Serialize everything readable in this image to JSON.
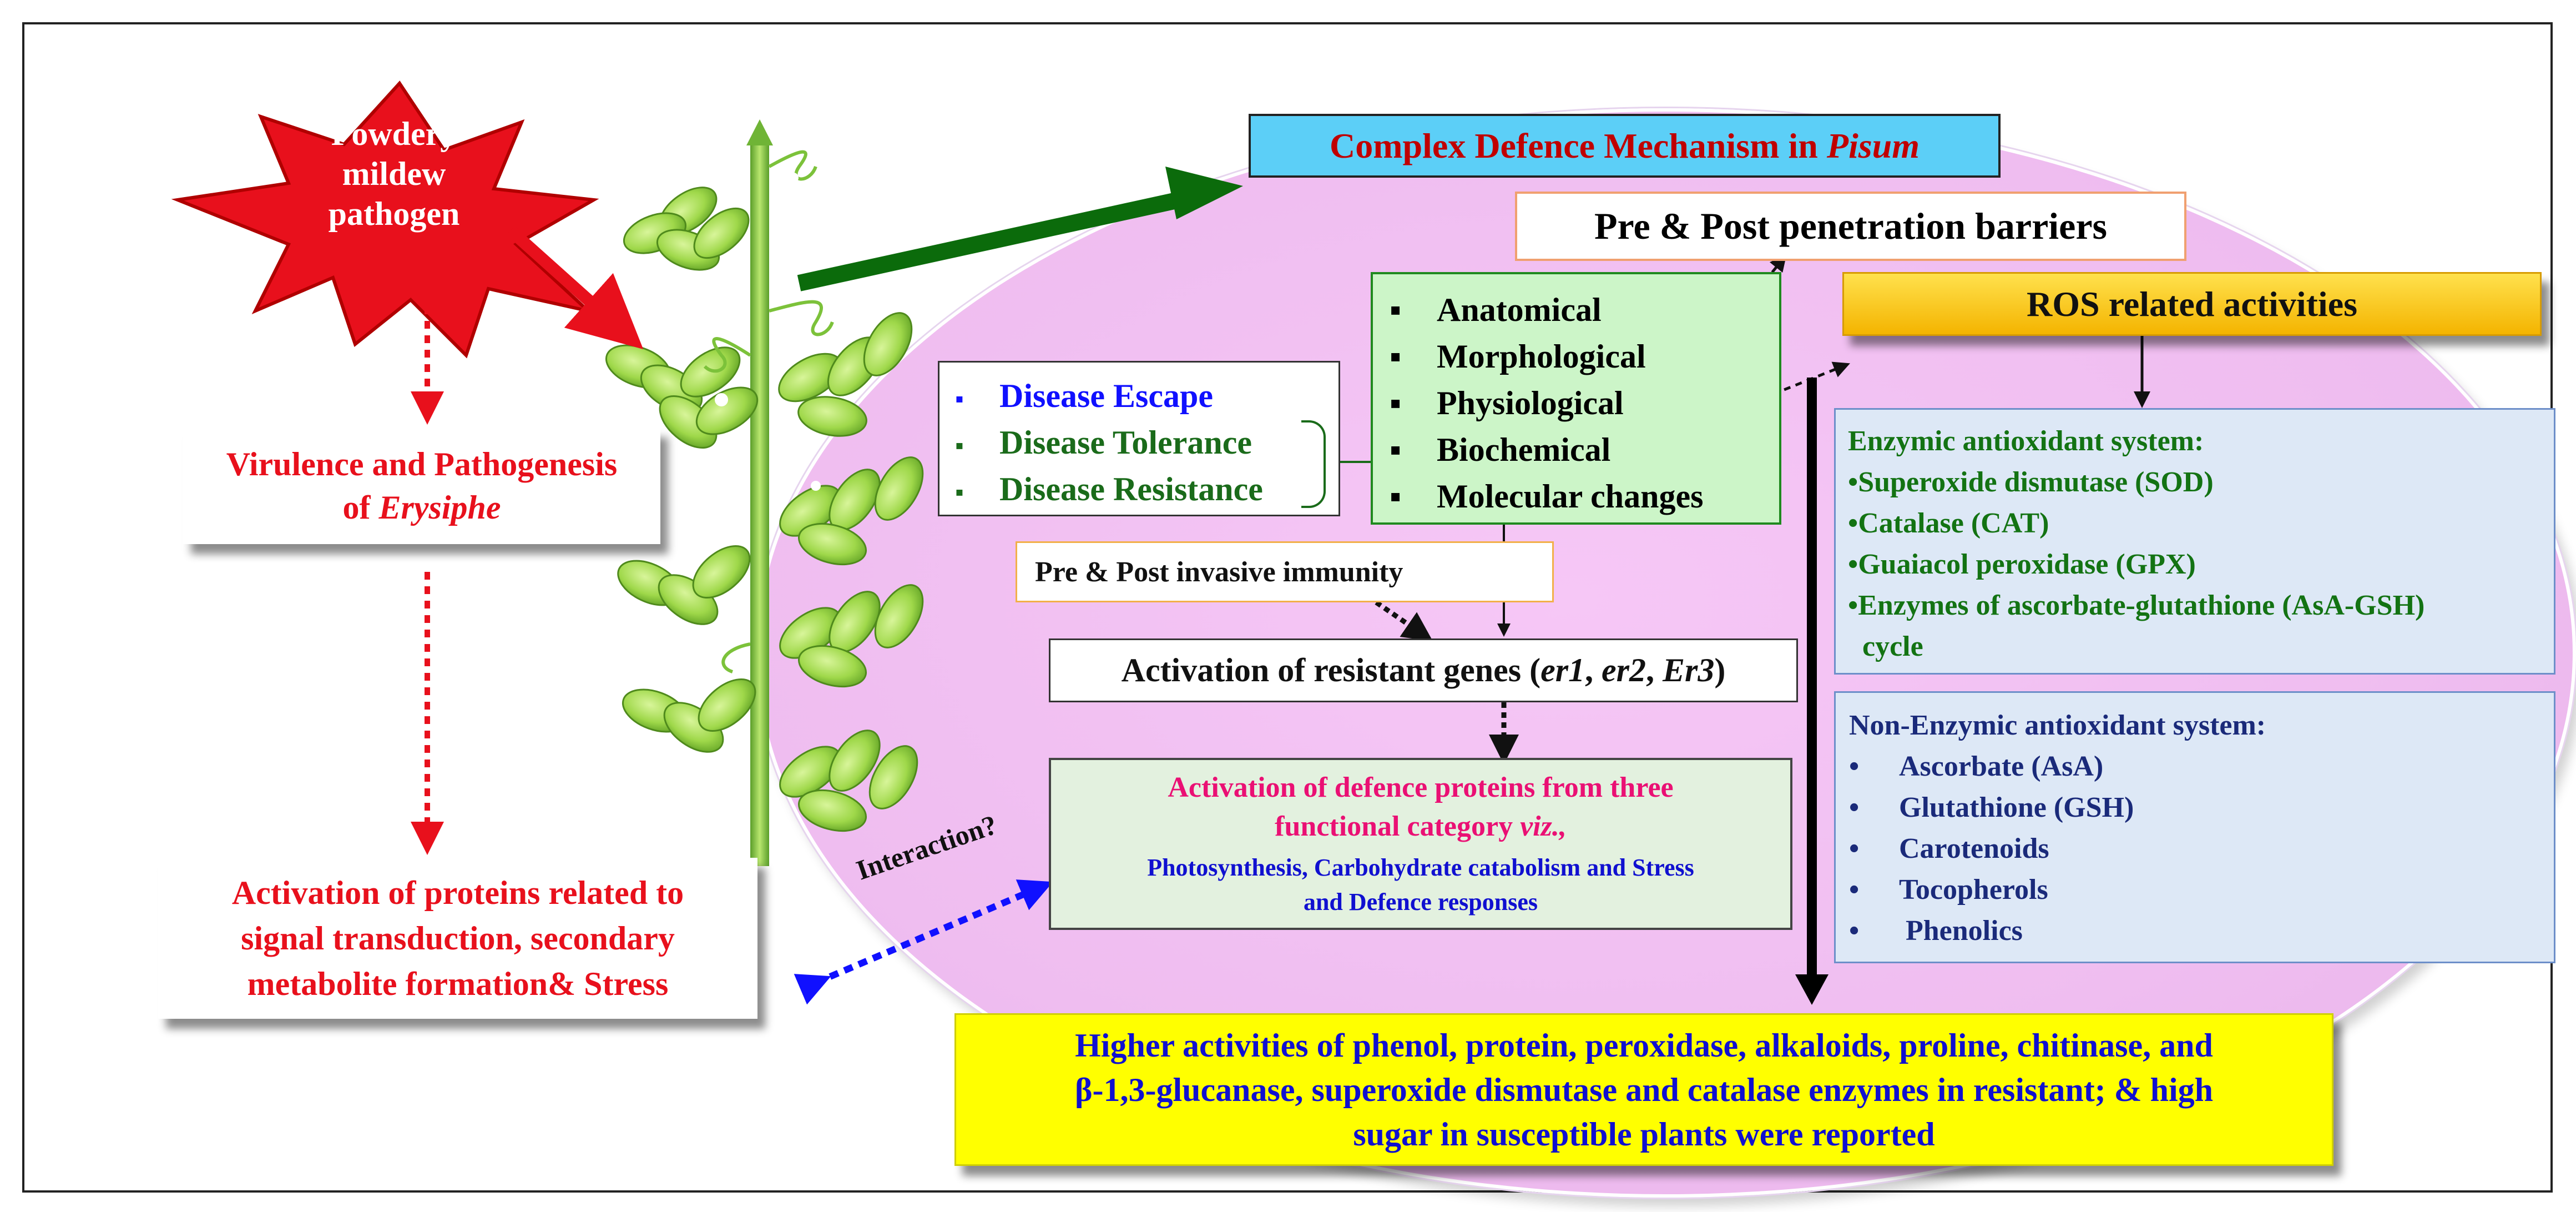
{
  "pathogen": {
    "star_lines": [
      "Powdery",
      "mildew",
      "pathogen"
    ]
  },
  "left": {
    "virulence_line1": "Virulence and Pathogenesis",
    "virulence_line2_prefix": "of ",
    "virulence_line2_italic": "Erysiphe",
    "activation_lines": [
      "Activation of proteins related to",
      "signal transduction, secondary",
      "metabolite formation& Stress"
    ],
    "interaction_label": "Interaction?"
  },
  "title": {
    "prefix": "Complex Defence Mechanism in ",
    "italic": "Pisum"
  },
  "barriers": "Pre & Post penetration barriers",
  "ros": "ROS related activities",
  "changes": [
    "Anatomical",
    "Morphological",
    "Physiological",
    "Biochemical",
    "Molecular changes"
  ],
  "disease": [
    "Disease Escape",
    "Disease Tolerance",
    "Disease Resistance"
  ],
  "invasive": "Pre & Post invasive immunity",
  "genes": {
    "prefix": "Activation of resistant genes (",
    "g1": "er1",
    "sep1": ", ",
    "g2": "er2",
    "sep2": ", ",
    "g3": "Er3",
    "suffix": ")"
  },
  "defence_proteins": {
    "line1": "Activation of defence proteins from three",
    "line2_prefix": "functional category ",
    "line2_italic": "viz.,",
    "line3": "Photosynthesis, Carbohydrate catabolism and Stress",
    "line4": "and Defence responses"
  },
  "enzymic": {
    "heading": "Enzymic antioxidant system:",
    "items": [
      "•Superoxide dismutase (SOD)",
      "•Catalase (CAT)",
      "•Guaiacol peroxidase (GPX)",
      "•Enzymes of ascorbate-glutathione (AsA-GSH)"
    ],
    "continuation": "cycle"
  },
  "non_enzymic": {
    "heading": "Non-Enzymic antioxidant system:",
    "items": [
      "Ascorbate (AsA)",
      "Glutathione (GSH)",
      "Carotenoids",
      "Tocopherols",
      "Phenolics"
    ]
  },
  "higher": {
    "lines": [
      "Higher activities of phenol, protein, peroxidase, alkaloids, proline, chitinase, and",
      "β-1,3-glucanase, superoxide dismutase and catalase enzymes in resistant; & high",
      "sugar in susceptible plants were reported"
    ]
  },
  "colors": {
    "pink_oval": "#efbdf0",
    "title_bg": "#5ccff7",
    "ros_bg": "#f4b400",
    "changes_bg": "#ccf5c8",
    "proteins_bg": "#e3f1df",
    "antioxidant_bg": "#dde8f6",
    "higher_bg": "#ffff00",
    "pathogen_red": "#e8101c"
  }
}
